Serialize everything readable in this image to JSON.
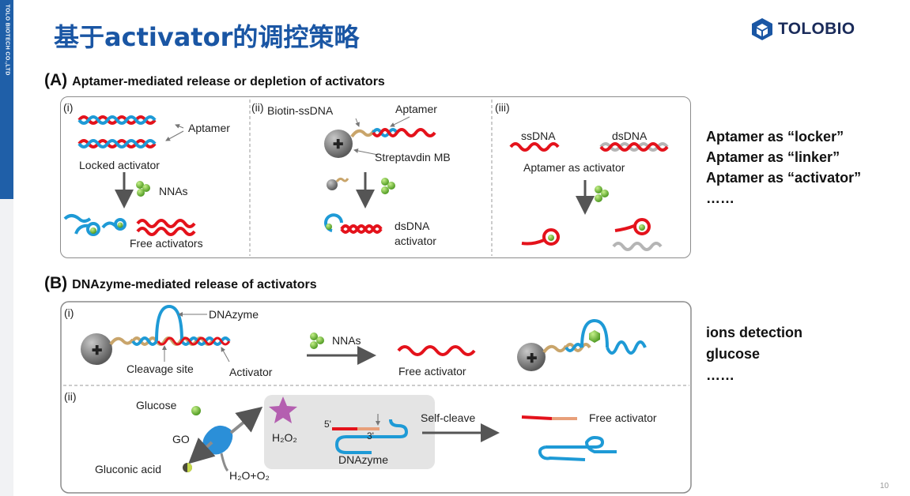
{
  "sidebar": {
    "company": "TOLO BIOTECH CO.,LTD"
  },
  "header": {
    "title": "基于activator的调控策略",
    "logo_text": "TOLOBIO"
  },
  "section_a": {
    "letter": "(A)",
    "title": "Aptamer-mediated release or depletion of activators",
    "panel_i": {
      "label": "(i)",
      "aptamer": "Aptamer",
      "locked_activator": "Locked activator",
      "nnas": "NNAs",
      "free_activators": "Free activators"
    },
    "panel_ii": {
      "label": "(ii)",
      "biotin_ssdna": "Biotin-ssDNA",
      "aptamer": "Aptamer",
      "streptavidin_mb": "Streptavdin MB",
      "dsdna": "dsDNA",
      "activator": "activator"
    },
    "panel_iii": {
      "label": "(iii)",
      "ssdna": "ssDNA",
      "dsdna": "dsDNA",
      "aptamer_as_activator": "Aptamer as activator"
    },
    "notes": [
      "Aptamer as “locker”",
      "Aptamer as “linker”",
      "Aptamer as “activator”",
      "……"
    ]
  },
  "section_b": {
    "letter": "(B)",
    "title": "DNAzyme-mediated release of activators",
    "panel_i": {
      "label": "(i)",
      "dnazyme": "DNAzyme",
      "cleavage_site": "Cleavage site",
      "activator": "Activator",
      "nnas": "NNAs",
      "free_activator": "Free activator"
    },
    "panel_ii": {
      "label": "(ii)",
      "glucose": "Glucose",
      "go": "GO",
      "gluconic_acid": "Gluconic acid",
      "h2o2": "H₂O₂",
      "h2o_o2": "H₂O+O₂",
      "five_prime": "5'",
      "three_prime": "3'",
      "dnazyme": "DNAzyme",
      "self_cleave": "Self-cleave",
      "free_activator": "Free activator"
    },
    "notes": [
      "ions detection",
      "glucose",
      "……"
    ]
  },
  "footer": {
    "page_number": "10"
  },
  "colors": {
    "brand_blue": "#1a56a4",
    "activator_red": "#e4121b",
    "aptamer_blue": "#1e9ad6",
    "linker_tan": "#c9a56b",
    "nna_green": "#7cc242"
  }
}
